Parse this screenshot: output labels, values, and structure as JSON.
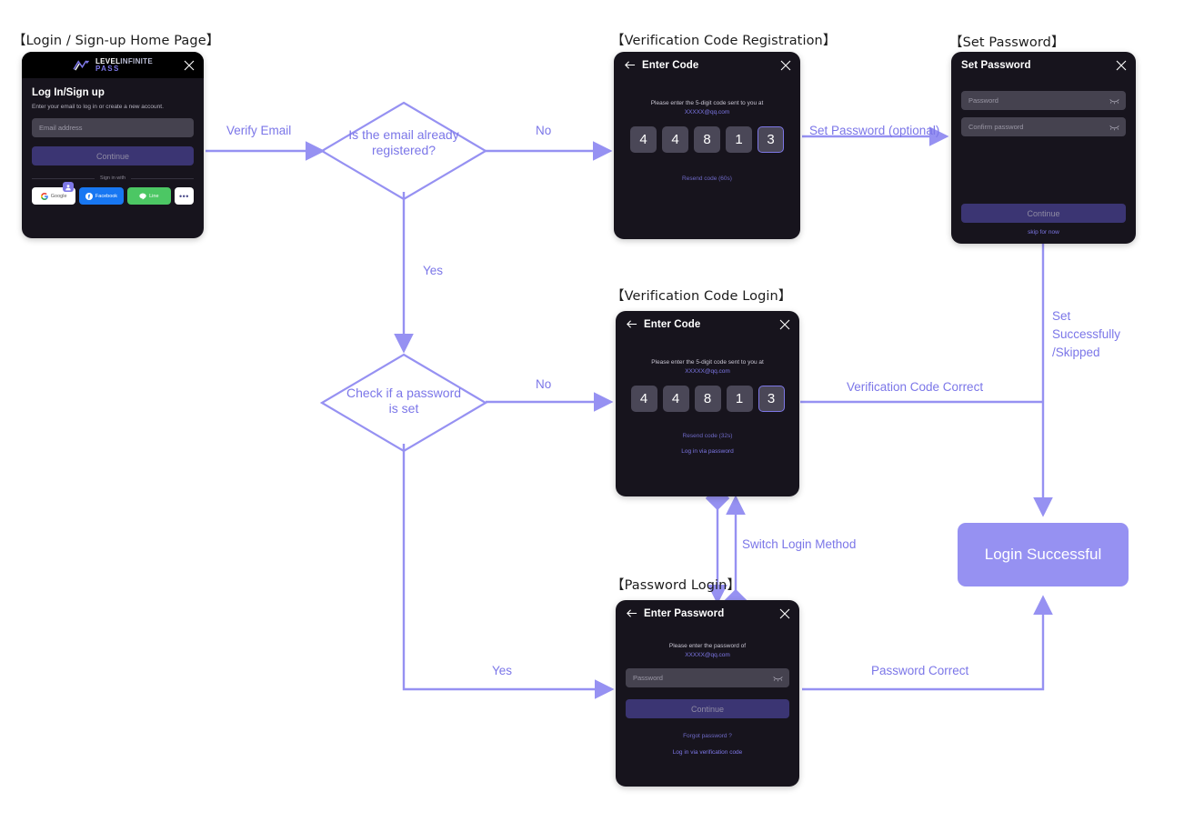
{
  "meta": {
    "accent": "#7b76e8",
    "terminal_fill": "#9691f2",
    "card_bg": "#17141d",
    "field_bg": "#45424f",
    "digit_bg": "#4a4757",
    "primary_btn": "#3b3573"
  },
  "captions": {
    "login_home": "【Login / Sign-up Home Page】",
    "code_registration": "【Verification Code Registration】",
    "set_password": "【Set Password】",
    "code_login": "【Verification Code Login】",
    "password_login": "【Password Login】"
  },
  "login_card": {
    "logo_line1_white": "LEVEL",
    "logo_line1_grey": "INFINITE",
    "logo_line2": "PASS",
    "close": "close-icon",
    "title": "Log In/Sign up",
    "subtitle": "Enter your email to log in or create a new account.",
    "email_placeholder": "Email address",
    "continue_label": "Continue",
    "divider_text": "Sign in with",
    "social": [
      {
        "name": "Google",
        "key": "google"
      },
      {
        "name": "Facebook",
        "key": "facebook"
      },
      {
        "name": "Line",
        "key": "line"
      },
      {
        "name": "•••",
        "key": "more"
      }
    ]
  },
  "code_registration_card": {
    "title": "Enter Code",
    "note": "Please enter the 5-digit code sent to you at",
    "email": "XXXXX@qq.com",
    "digits": [
      "4",
      "4",
      "8",
      "1",
      "3"
    ],
    "active_index": 4,
    "resend": "Resend code (60s)"
  },
  "set_password_card": {
    "title": "Set Password",
    "password_placeholder": "Password",
    "confirm_placeholder": "Confirm password",
    "continue_label": "Continue",
    "skip_label": "skip for now"
  },
  "code_login_card": {
    "title": "Enter Code",
    "note": "Please enter the 5-digit code sent to you at",
    "email": "XXXXX@qq.com",
    "digits": [
      "4",
      "4",
      "8",
      "1",
      "3"
    ],
    "active_index": 4,
    "resend": "Resend code (32s)",
    "switch_link": "Log in via password"
  },
  "password_login_card": {
    "title": "Enter Password",
    "note": "Please enter the password of",
    "email": "XXXXX@qq.com",
    "password_placeholder": "Password",
    "continue_label": "Continue",
    "forgot_link": "Forgot password ?",
    "switch_link": "Log in via verification code"
  },
  "decisions": {
    "email_registered": "Is the email already registered?",
    "password_set": "Check if a password is set"
  },
  "edges": {
    "verify_email": "Verify Email",
    "no_1": "No",
    "yes_1": "Yes",
    "set_password_optional": "Set Password (optional)",
    "no_2": "No",
    "yes_2": "Yes",
    "verification_code_correct": "Verification Code Correct",
    "password_correct": "Password Correct",
    "set_successfully": "Set\nSuccessfully\n/Skipped",
    "switch_login_method": "Switch Login Method"
  },
  "terminal": {
    "login_successful": "Login Successful"
  }
}
